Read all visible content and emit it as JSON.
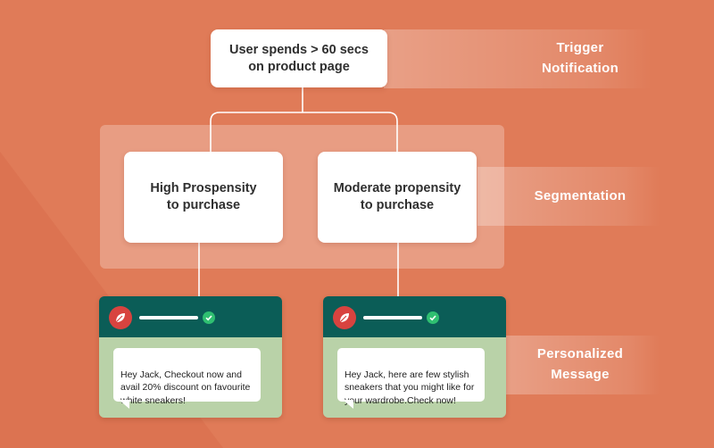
{
  "root": {
    "text": "User spends > 60 secs\non product page"
  },
  "segments": [
    {
      "text": "High Prospensity\nto purchase"
    },
    {
      "text": "Moderate propensity\nto purchase"
    }
  ],
  "messages": [
    {
      "text": "Hey Jack, Checkout now and\navail 20% discount on favourite\nwhite sneakers!"
    },
    {
      "text": "Hey Jack, here are few stylish\nsneakers that you might like for\nyour wardrobe.Check now!"
    }
  ],
  "stages": {
    "trigger": "Trigger\nNotification",
    "segmentation": "Segmentation",
    "personalized": "Personalized\nMessage"
  },
  "icons": {
    "app": "leaf-icon",
    "verified": "check-badge-icon"
  },
  "colors": {
    "background": "#e07b58",
    "card_header": "#0b5d57",
    "card_body": "#b9d2a8",
    "app_icon": "#d8433f",
    "verified": "#2fbf71"
  }
}
